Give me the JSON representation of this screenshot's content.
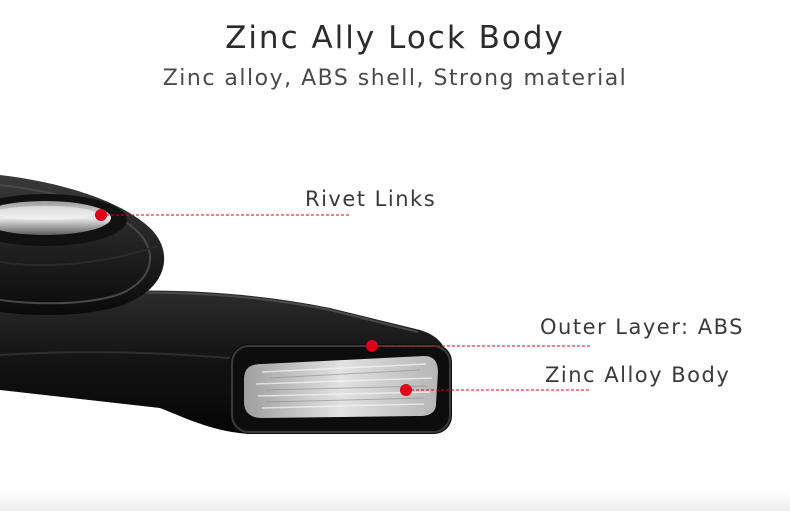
{
  "title": "Zinc Ally Lock Body",
  "subtitle": "Zinc alloy, ABS shell, Strong material",
  "callouts": {
    "rivet": "Rivet Links",
    "outer": "Outer Layer: ABS",
    "zinc": "Zinc Alloy Body"
  },
  "colors": {
    "marker": "#e0001b",
    "lock_body": "#141414",
    "metal_core": "#c9c9c9"
  }
}
